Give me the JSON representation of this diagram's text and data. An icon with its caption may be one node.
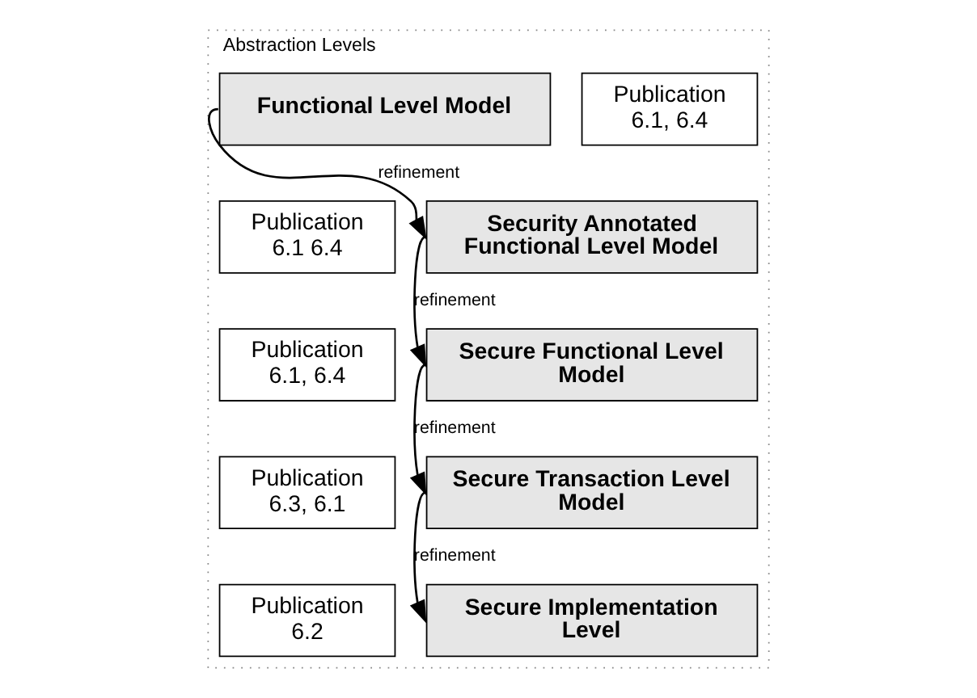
{
  "diagram": {
    "nodes": [
      {
        "text": [
          "Abstraction Levels"
        ]
      },
      {
        "text": [
          "Functional Level Model"
        ],
        "in": 0
      },
      {
        "text": [
          "Publication 6.1, 6.4"
        ],
        "in": 0
      },
      {
        "text": [
          "Security Annotated Functional Level Model"
        ],
        "in": 0
      },
      {
        "text": [
          "Publication 6.1 6.4"
        ],
        "in": 0
      },
      {
        "text": [
          "Secure Functional Level Model"
        ],
        "in": 0
      },
      {
        "text": [
          "Publication 6.1, 6.4"
        ],
        "in": 0
      },
      {
        "text": [
          "Secure Transaction Level Model"
        ],
        "in": 0
      },
      {
        "text": [
          "Publication 6.3, 6.1"
        ],
        "in": 0
      },
      {
        "text": [
          "Secure Implementation Level"
        ],
        "in": 0
      },
      {
        "text": [
          "Publication 6.2"
        ],
        "in": 0
      }
    ],
    "edges": [
      {
        "from": 1,
        "to": 3,
        "arrow": "to",
        "label": "refinement"
      },
      {
        "from": 3,
        "to": 5,
        "arrow": "to",
        "label": "refinement"
      },
      {
        "from": 5,
        "to": 7,
        "arrow": "to",
        "label": "refinement"
      },
      {
        "from": 7,
        "to": 9,
        "arrow": "to",
        "label": "refinement"
      }
    ]
  }
}
